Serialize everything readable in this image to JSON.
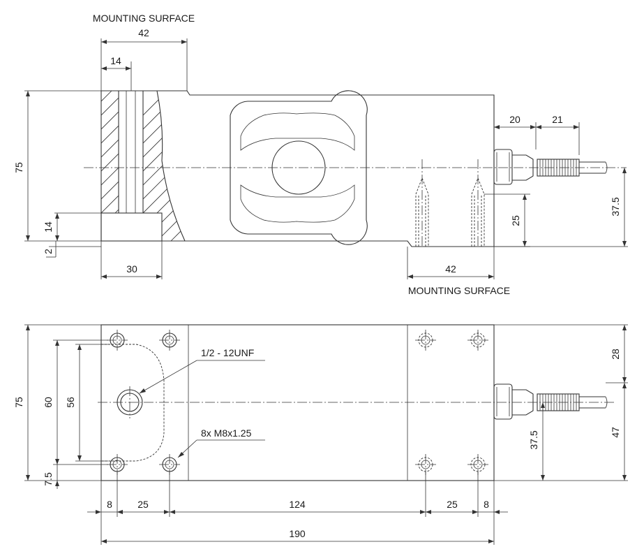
{
  "side_view": {
    "mounting_surface_top": "MOUNTING SURFACE",
    "mounting_surface_bottom": "MOUNTING SURFACE",
    "dims": {
      "top_width": "42",
      "bore_offset": "14",
      "cable_gland": "20",
      "cable_nut": "21",
      "height": "75",
      "pad_height": "14",
      "gap": "2",
      "pad_width": "30",
      "bottom_mount_width": "42",
      "thread_depth": "25",
      "cable_height": "37.5"
    }
  },
  "top_view": {
    "callout_unf": "1/2 - 12UNF",
    "callout_holes": "8x M8x1.25",
    "dims": {
      "width": "75",
      "hole_pitch_outer": "60",
      "hole_pitch_inner": "56",
      "edge_offset": "7.5",
      "cable_top": "28",
      "cable_bottom": "47",
      "center_offset": "37.5",
      "edge_left": "8",
      "pitch_left": "25",
      "span": "124",
      "pitch_right": "25",
      "edge_right": "8",
      "length": "190"
    }
  }
}
